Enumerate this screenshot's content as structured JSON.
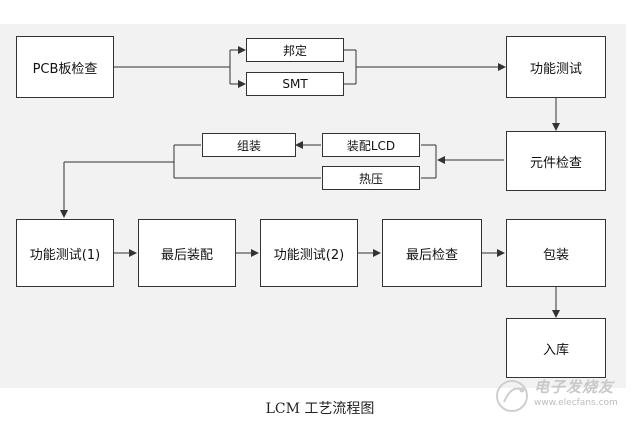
{
  "nodes": {
    "pcb_check": "PCB板检查",
    "bonding": "邦定",
    "smt": "SMT",
    "func_test": "功能测试",
    "component_check": "元件检查",
    "lcd_assembly": "装配LCD",
    "hot_press": "热压",
    "assembly": "组装",
    "func_test_1": "功能测试(1)",
    "final_assembly": "最后装配",
    "func_test_2": "功能测试(2)",
    "final_check": "最后检查",
    "packaging": "包装",
    "warehousing": "入库"
  },
  "caption": "LCM 工艺流程图",
  "watermark": {
    "name": "电子发烧友",
    "url": "www.elecfans.com"
  },
  "colors": {
    "background": "#f2f2f2",
    "box_fill": "#ffffff",
    "line": "#333333"
  }
}
